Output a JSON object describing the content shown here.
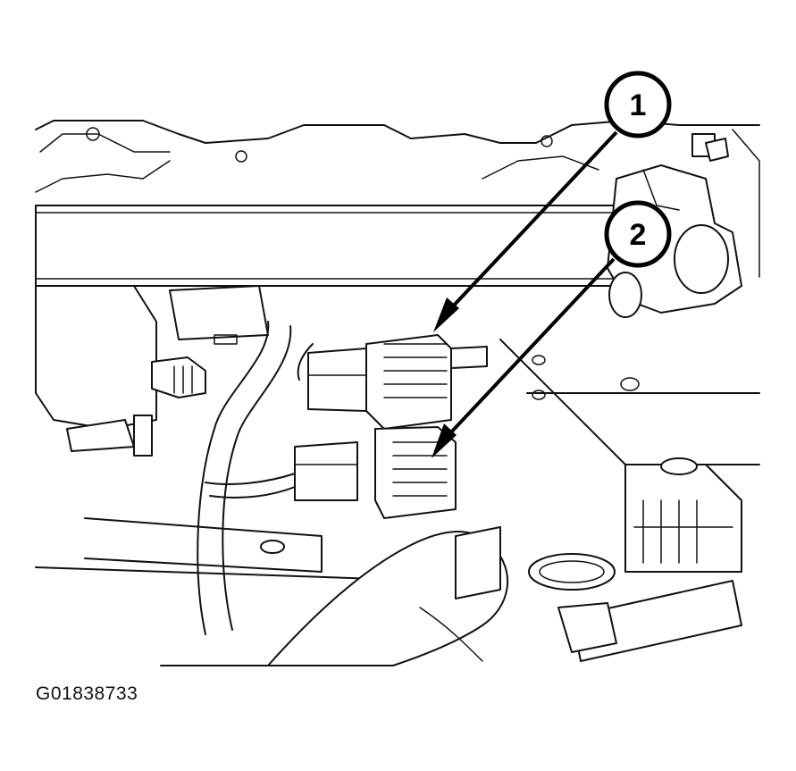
{
  "callouts": [
    {
      "number": "1"
    },
    {
      "number": "2"
    }
  ],
  "figure_code": "G01838733"
}
